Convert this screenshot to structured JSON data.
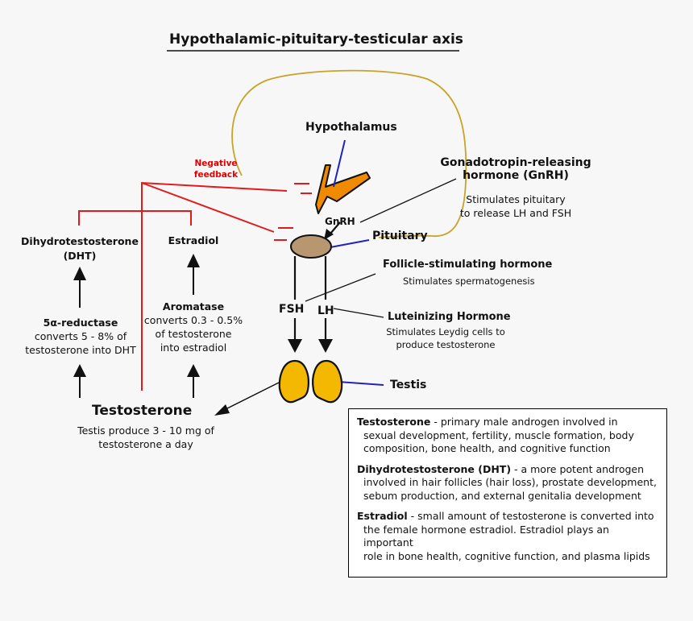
{
  "title": "Hypothalamic-pituitary-testicular axis",
  "negative_feedback": [
    "Negative",
    "feedback"
  ],
  "hypothalamus": "Hypothalamus",
  "pituitary": "Pituitary",
  "gnrh_label": "GnRH",
  "gnrh_heading": [
    "Gonadotropin-releasing",
    "hormone (GnRH)"
  ],
  "gnrh_desc": [
    "Stimulates pituitary",
    "to release LH and FSH"
  ],
  "fsh_heading": "Follicle-stimulating hormone",
  "fsh_desc": "Stimulates spermatogenesis",
  "fsh_label": "FSH",
  "lh_label": "LH",
  "lh_heading": "Luteinizing Hormone",
  "lh_desc": [
    "Stimulates Leydig cells to",
    "produce testosterone"
  ],
  "testis": "Testis",
  "dht": [
    "Dihydrotestosterone",
    "(DHT)"
  ],
  "estradiol": "Estradiol",
  "reductase_heading": "5α-reductase",
  "reductase_desc": [
    "converts 5 - 8% of",
    "testosterone into DHT"
  ],
  "aromatase_heading": "Aromatase",
  "aromatase_desc": [
    "converts 0.3 - 0.5%",
    "of testosterone",
    "into estradiol"
  ],
  "testosterone": "Testosterone",
  "testosterone_desc": [
    "Testis produce 3 - 10 mg of",
    "testosterone a day"
  ],
  "info": [
    {
      "term": "Testosterone",
      "lines": [
        " - primary male androgen involved in",
        "sexual development, fertility, muscle formation, body",
        "composition, bone health, and cognitive function"
      ]
    },
    {
      "term": "Dihydrotestosterone (DHT)",
      "lines": [
        " - a more potent androgen",
        "involved in hair follicles (hair loss), prostate development,",
        "sebum production, and external genitalia development"
      ]
    },
    {
      "term": "Estradiol",
      "lines": [
        " - small amount of testosterone is converted into",
        "the female hormone estradiol. Estradiol plays an important",
        "role in bone health, cognitive function, and plasma lipids"
      ]
    }
  ],
  "colors": {
    "feedback": "#e31a1c",
    "pointer_blue": "#2222bb",
    "loop": "#c9a227",
    "hypothalamus": "#f08a00",
    "pituitary": "#b89770",
    "testis": "#f5b800"
  }
}
